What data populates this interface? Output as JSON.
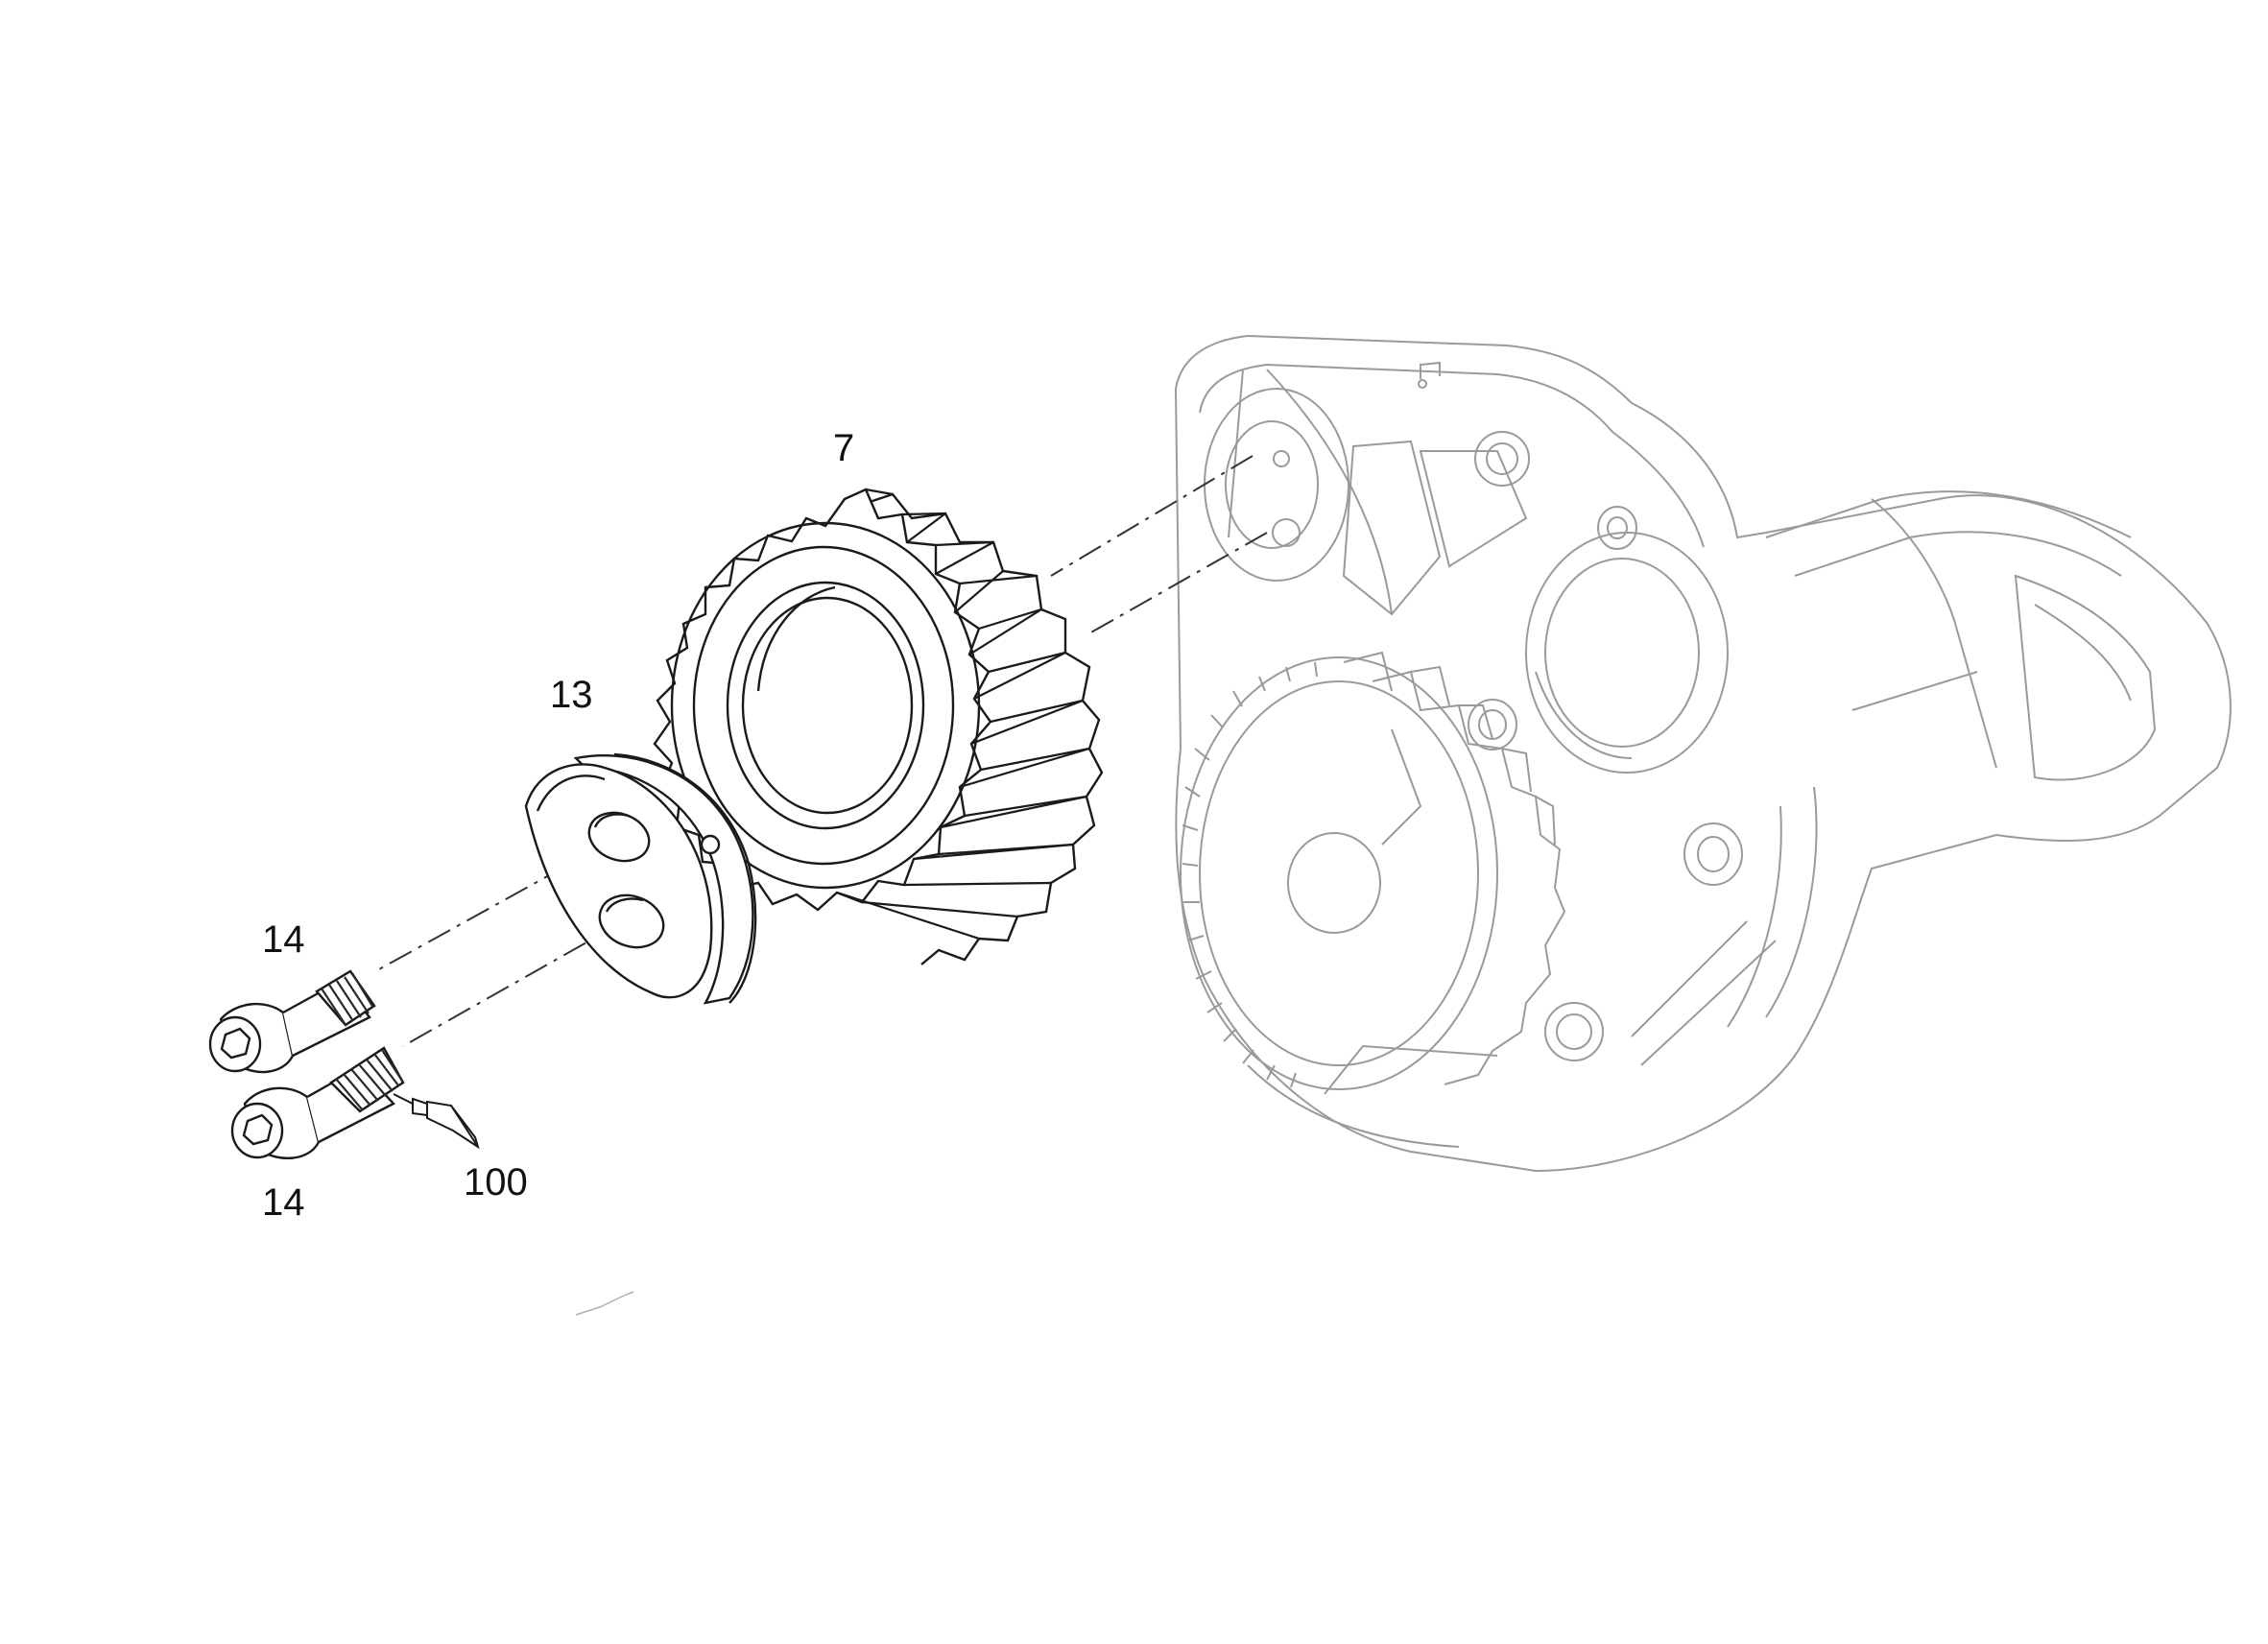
{
  "title": "",
  "callouts": {
    "gear": "7",
    "flange": "13",
    "screw_upper": "14",
    "screw_lower": "14",
    "adhesive": "100"
  },
  "colors": {
    "line": "#1a1a1a",
    "ghost_line": "#9a9a9a",
    "background": "#ffffff"
  },
  "icons": {
    "adhesive": "adhesive-tube-icon"
  }
}
